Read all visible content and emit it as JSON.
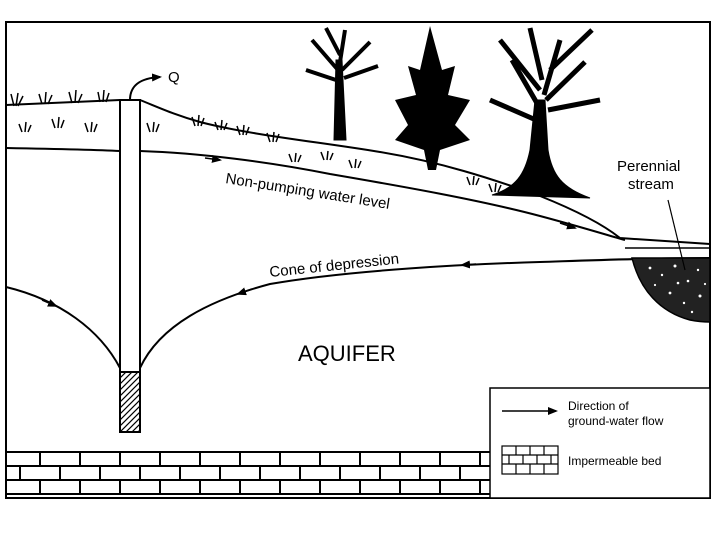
{
  "labels": {
    "discharge": "Q",
    "water_level": "Non-pumping water level",
    "cone": "Cone of depression",
    "stream_line1": "Perennial",
    "stream_line2": "stream",
    "aquifer": "AQUIFER"
  },
  "legend": {
    "flow_line1": "Direction of",
    "flow_line2": "ground-water flow",
    "bed": "Impermeable bed"
  },
  "colors": {
    "ink": "#000000",
    "paper": "#ffffff"
  }
}
